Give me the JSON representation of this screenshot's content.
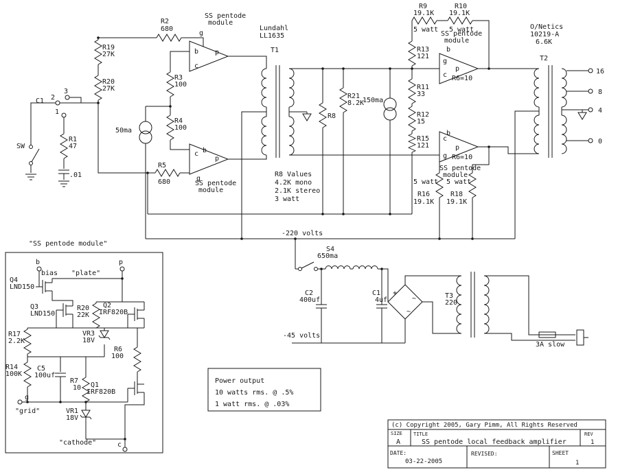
{
  "pin": {
    "g": "g",
    "b": "b",
    "c": "c",
    "p": "p"
  },
  "conn": {
    "ref": "C1",
    "p1": "1",
    "p2": "2",
    "p3": "3"
  },
  "left": {
    "sw": "SW",
    "r1": [
      "R1",
      "47"
    ],
    "cap": ".01",
    "r19": [
      "R19",
      "27K"
    ],
    "r20": [
      "R20",
      "27K"
    ],
    "r2": [
      "R2",
      "680"
    ],
    "r3": [
      "R3",
      "100"
    ],
    "r4": [
      "R4",
      "100"
    ],
    "r5": [
      "R5",
      "680"
    ],
    "cs50": "50ma"
  },
  "callout": [
    "SS pentode",
    "module"
  ],
  "t1": [
    "Lundahl",
    "LL1635",
    "T1"
  ],
  "center": {
    "r21": [
      "R21",
      "8.2K"
    ],
    "r8": "R8",
    "cs150": "150ma"
  },
  "right": {
    "r9": [
      "R9",
      "19.1K",
      "5 watt"
    ],
    "r10": [
      "R10",
      "19.1K",
      "5 watt"
    ],
    "r13": [
      "R13",
      "121"
    ],
    "r11": [
      "R11",
      "33"
    ],
    "r12": [
      "R12",
      "15"
    ],
    "r15": [
      "R15",
      "121"
    ],
    "r16": [
      "5 watt",
      "R16",
      "19.1K"
    ],
    "r18": [
      "5 watt",
      "R18",
      "19.1K"
    ],
    "r6set": "R6=10"
  },
  "t2": [
    "O/Netics",
    "10219-A",
    "6.6K",
    "T2"
  ],
  "taps": [
    "16",
    "8",
    "4",
    "0"
  ],
  "rails": {
    "neg220": "-220 volts",
    "neg45": "-45 volts"
  },
  "notes": {
    "r8": [
      "R8 Values",
      "4.2K mono",
      "2.1K stereo",
      "3 watt"
    ],
    "power": [
      "Power output",
      "10 watts rms. @ .5%",
      "1 watt rms. @ .03%"
    ],
    "module_heading": "\"SS pentode module\""
  },
  "psu": {
    "s4": [
      "S4",
      "650ma"
    ],
    "c2": [
      "C2",
      "400uf"
    ],
    "c1": [
      "C1",
      "4uf"
    ],
    "t3": [
      "T3",
      "220"
    ],
    "fuse": "3A slow",
    "plus": "+",
    "ac": "~"
  },
  "module": {
    "b": "b",
    "p": "p",
    "g": "g",
    "c": "c",
    "bias": "bias",
    "plate": "\"plate\"",
    "grid": "\"grid\"",
    "cathode": "\"cathode\"",
    "q4": [
      "Q4",
      "LND150"
    ],
    "q3": [
      "Q3",
      "LND150"
    ],
    "q2": [
      "Q2",
      "IRF820B"
    ],
    "q1": [
      "Q1",
      "IRF820B"
    ],
    "r20": [
      "R20",
      "22K"
    ],
    "r17": [
      "R17",
      "2.2K"
    ],
    "r6": [
      "R6",
      "100"
    ],
    "r14": [
      "R14",
      "100K"
    ],
    "r7": [
      "R7",
      "10"
    ],
    "c5": [
      "C5",
      "100uf"
    ],
    "vr3": [
      "VR3",
      "18V"
    ],
    "vr1": [
      "VR1",
      "18V"
    ]
  },
  "title_block": {
    "copyright": "(c) Copyright 2005, Gary Pimm, All Rights Reserved",
    "size_label": "SIZE",
    "size": "A",
    "title_label": "TITLE",
    "title": "SS pentode local feedback amplifier",
    "rev_label": "REV",
    "rev": "1",
    "date_label": "DATE:",
    "date": "03-22-2005",
    "revised_label": "REVISED:",
    "sheet_label": "SHEET",
    "sheet": "1"
  }
}
